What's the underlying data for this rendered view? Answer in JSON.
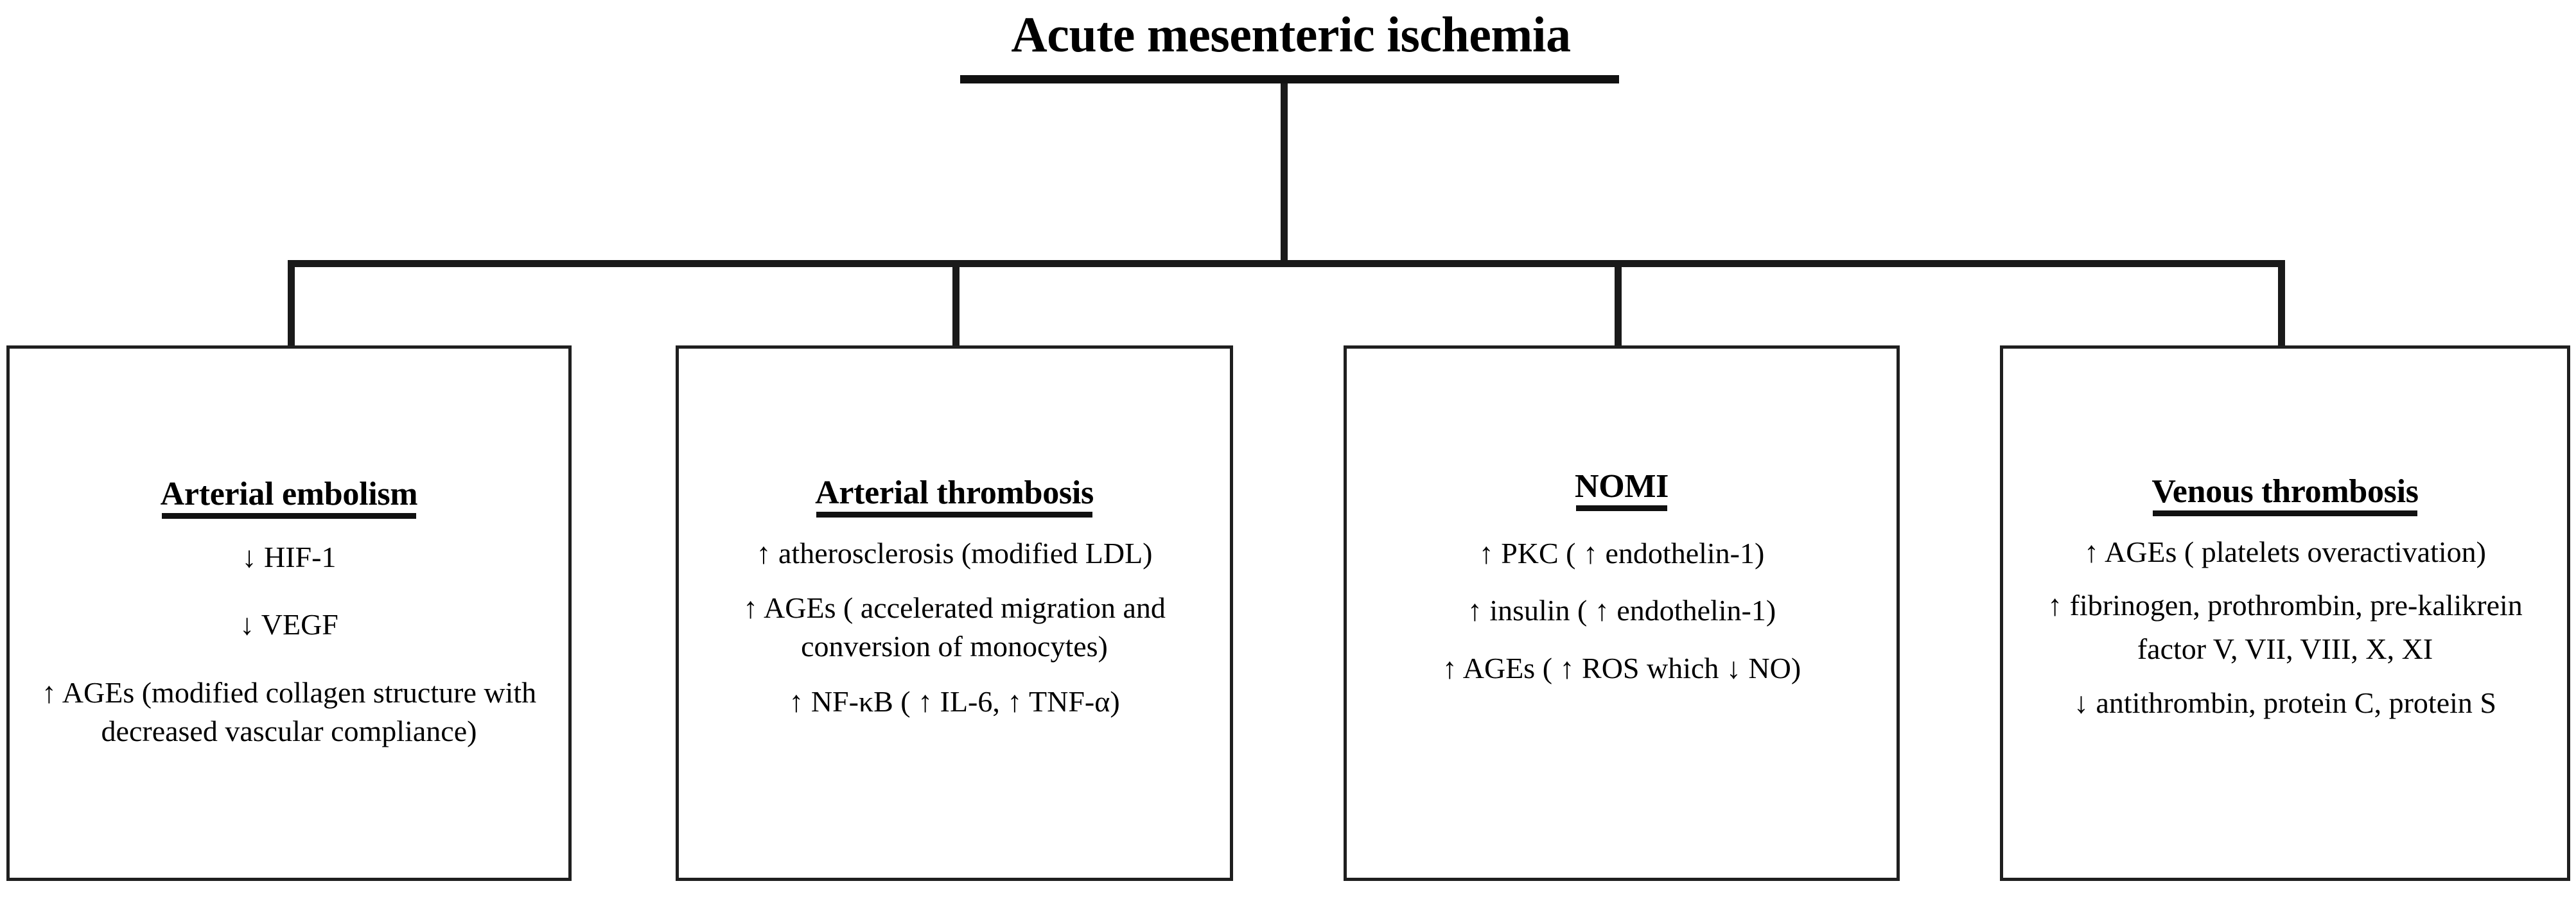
{
  "diagram": {
    "root": {
      "label": "Acute mesenteric ischemia"
    },
    "nodes": [
      {
        "id": "arterial-embolism",
        "title": "Arterial embolism",
        "lines": [
          "↓ HIF-1",
          "↓ VEGF",
          "↑ AGEs (modified collagen structure with decreased vascular compliance)"
        ]
      },
      {
        "id": "arterial-thrombosis",
        "title": "Arterial thrombosis",
        "lines": [
          "↑ atherosclerosis (modified LDL)",
          "↑ AGEs ( accelerated migration and conversion of monocytes)",
          "↑ NF-κB ( ↑ IL-6, ↑ TNF-α)"
        ]
      },
      {
        "id": "nomi",
        "title": "NOMI",
        "lines": [
          "↑ PKC ( ↑ endothelin-1)",
          "↑ insulin ( ↑ endothelin-1)",
          "↑ AGEs  ( ↑ ROS which ↓ NO)"
        ]
      },
      {
        "id": "venous-thrombosis",
        "title": "Venous thrombosis",
        "lines": [
          "↑ AGEs ( platelets overactivation)",
          "↑ fibrinogen, prothrombin, pre-kalikrein",
          "factor V, VII, VIII, X, XI",
          "↓ antithrombin, protein C, protein S"
        ]
      }
    ],
    "colors": {
      "stroke": "#1a1a1a",
      "text": "#000000",
      "background": "#ffffff"
    }
  }
}
